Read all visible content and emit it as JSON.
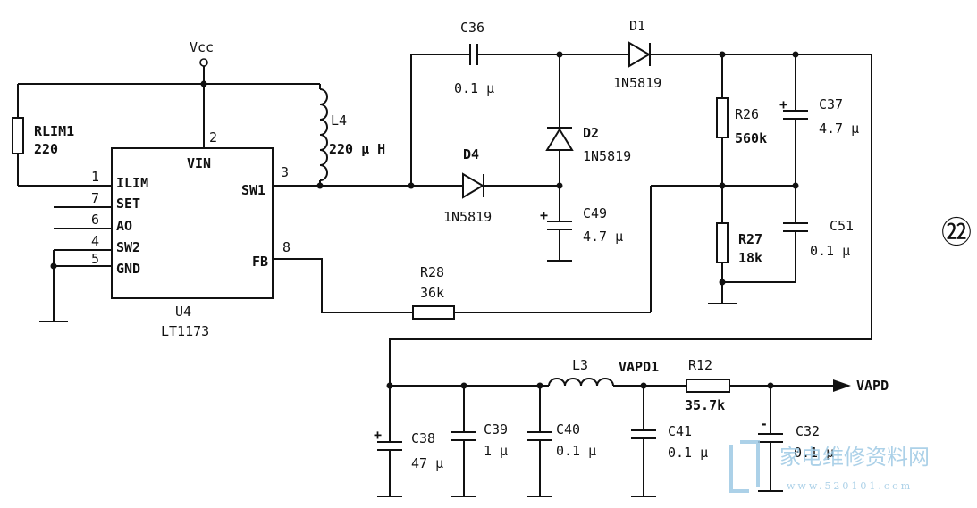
{
  "figure_number": "㉒",
  "supply": {
    "vcc": "Vcc"
  },
  "ic": {
    "name": "U4",
    "part": "LT1173",
    "pins": {
      "vin_num": "2",
      "vin": "VIN",
      "ilim_num": "1",
      "ilim": "ILIM",
      "set_num": "7",
      "set": "SET",
      "ao_num": "6",
      "ao": "AO",
      "sw2_num": "4",
      "sw2": "SW2",
      "gnd_num": "5",
      "gnd": "GND",
      "sw1_num": "3",
      "sw1": "SW1",
      "fb_num": "8",
      "fb": "FB"
    }
  },
  "components": {
    "rlim1": {
      "name": "RLIM1",
      "value": "220"
    },
    "l4": {
      "name": "L4",
      "value": "220 μ H"
    },
    "c36": {
      "name": "C36",
      "value": "0.1 μ"
    },
    "d1": {
      "name": "D1",
      "value": "1N5819"
    },
    "d2": {
      "name": "D2",
      "value": "1N5819"
    },
    "d4": {
      "name": "D4",
      "value": "1N5819"
    },
    "c49": {
      "name": "C49",
      "value": "4.7 μ"
    },
    "r26": {
      "name": "R26",
      "value": "560k"
    },
    "c37": {
      "name": "C37",
      "value": "4.7 μ"
    },
    "r27": {
      "name": "R27",
      "value": "18k"
    },
    "c51": {
      "name": "C51",
      "value": "0.1 μ"
    },
    "r28": {
      "name": "R28",
      "value": "36k"
    },
    "c38": {
      "name": "C38",
      "value": "47 μ"
    },
    "c39": {
      "name": "C39",
      "value": "1 μ"
    },
    "c40": {
      "name": "C40",
      "value": "0.1 μ"
    },
    "l3": {
      "name": "L3"
    },
    "vapd1": {
      "name": "VAPD1"
    },
    "c41": {
      "name": "C41",
      "value": "0.1 μ"
    },
    "r12": {
      "name": "R12",
      "value": "35.7k"
    },
    "c32": {
      "name": "C32",
      "value": "0.1 μ"
    },
    "vapd": {
      "name": "VAPD"
    }
  },
  "watermark": {
    "text": "家电维修资料网",
    "url": "www.520101.com"
  }
}
